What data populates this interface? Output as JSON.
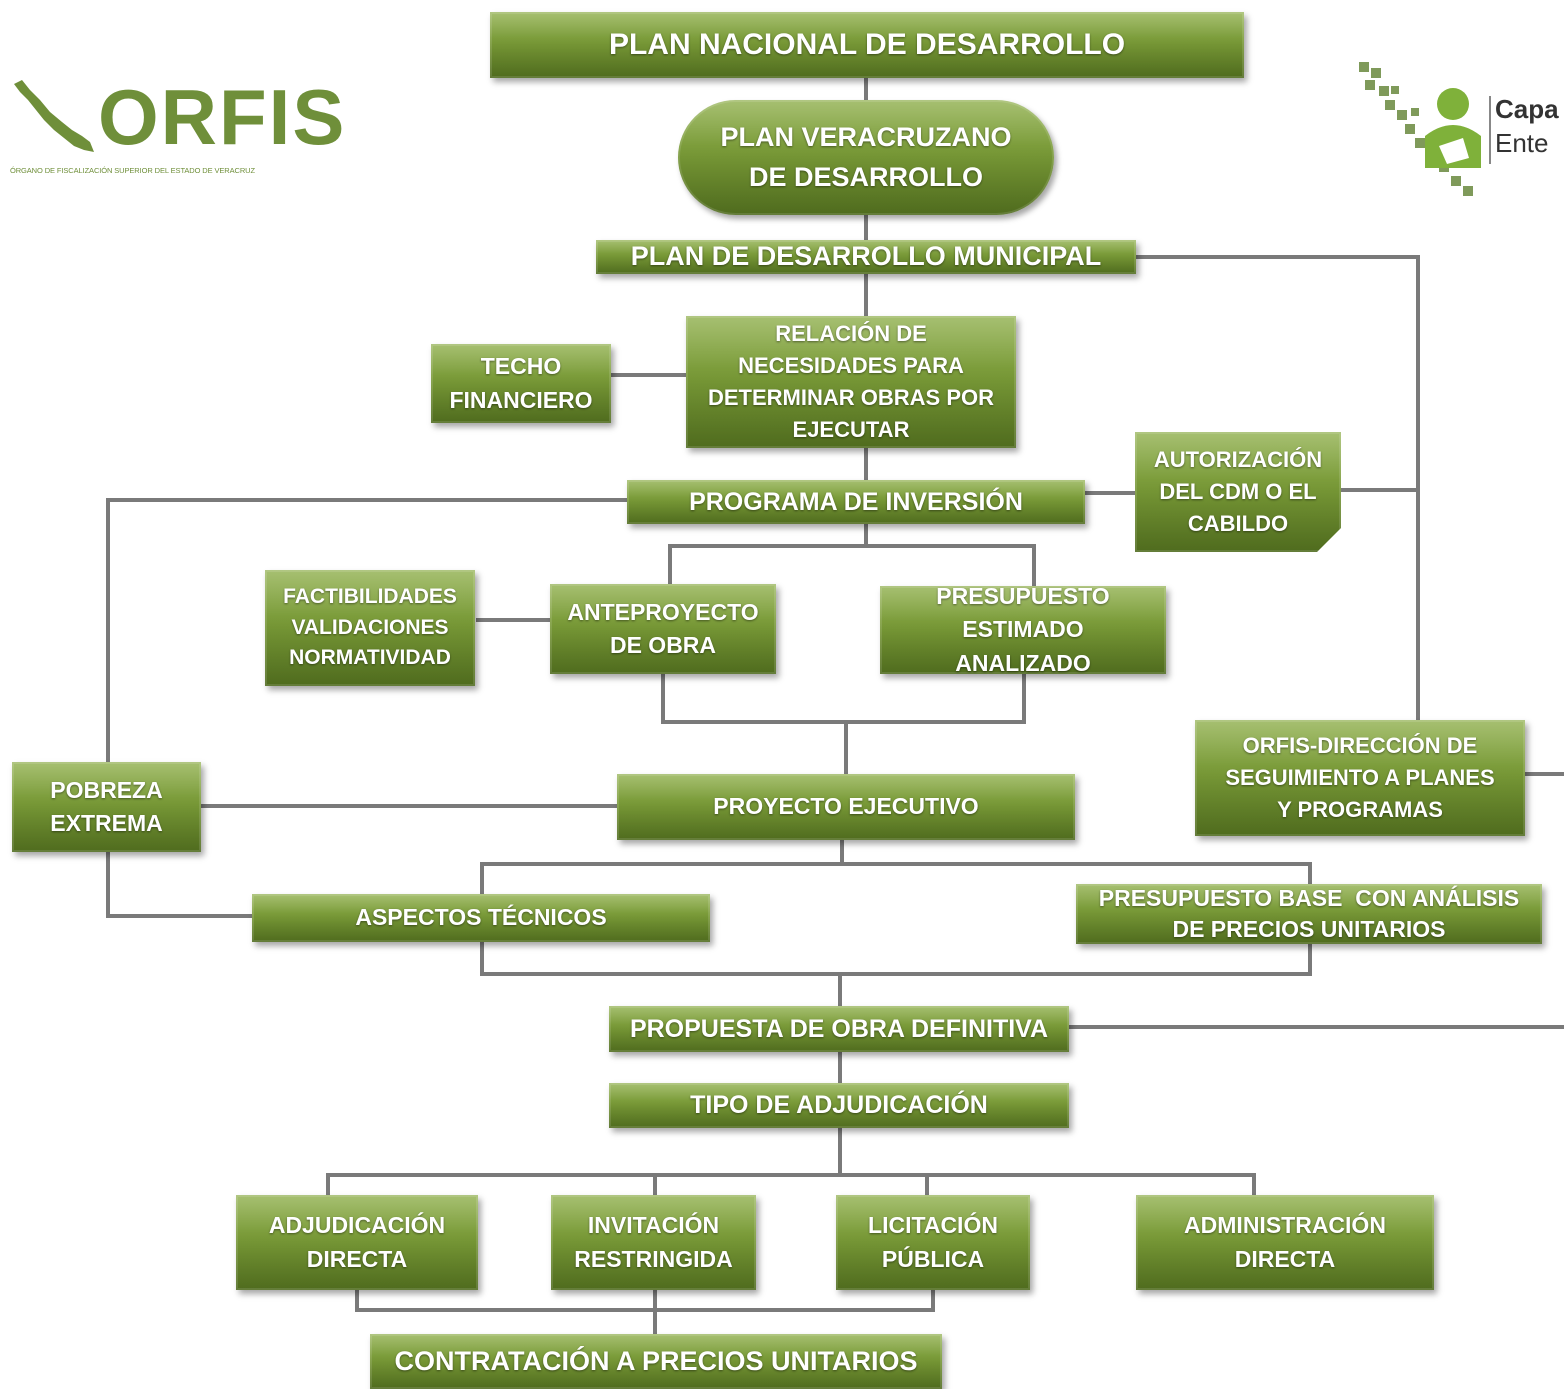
{
  "logos": {
    "orfis_word": "ORFIS",
    "orfis_sub": "ÓRGANO DE FISCALIZACIÓN SUPERIOR DEL ESTADO DE VERACRUZ",
    "right_line1": "Capa",
    "right_line2": "Ente"
  },
  "nodes": {
    "plan_nacional": "PLAN NACIONAL DE DESARROLLO",
    "plan_veracruzano": [
      "PLAN VERACRUZANO",
      "DE DESARROLLO"
    ],
    "plan_municipal": "PLAN DE DESARROLLO MUNICIPAL",
    "techo": [
      "TECHO",
      "FINANCIERO"
    ],
    "relacion": [
      "RELACIÓN DE",
      "NECESIDADES PARA",
      "DETERMINAR OBRAS POR",
      "EJECUTAR"
    ],
    "autorizacion": [
      "AUTORIZACIÓN",
      "DEL CDM O EL",
      "CABILDO"
    ],
    "programa": "PROGRAMA DE INVERSIÓN",
    "factibilidades": [
      "FACTIBILIDADES",
      "VALIDACIONES",
      "NORMATIVIDAD"
    ],
    "anteproyecto": [
      "ANTEPROYECTO",
      "DE OBRA"
    ],
    "presupuesto_estimado": [
      "PRESUPUESTO",
      "ESTIMADO",
      "ANALIZADO"
    ],
    "orfis_direccion": [
      "ORFIS-DIRECCIÓN DE",
      "SEGUIMIENTO A PLANES",
      "Y PROGRAMAS"
    ],
    "pobreza": [
      "POBREZA",
      "EXTREMA"
    ],
    "proyecto": "PROYECTO EJECUTIVO",
    "aspectos": "ASPECTOS TÉCNICOS",
    "presupuesto_base": [
      "PRESUPUESTO BASE  CON ANÁLISIS",
      "DE PRECIOS UNITARIOS"
    ],
    "propuesta": "PROPUESTA DE OBRA DEFINITIVA",
    "tipo": "TIPO DE ADJUDICACIÓN",
    "adjudicacion": [
      "ADJUDICACIÓN",
      "DIRECTA"
    ],
    "invitacion": [
      "INVITACIÓN",
      "RESTRINGIDA"
    ],
    "licitacion": [
      "LICITACIÓN",
      "PÚBLICA"
    ],
    "administracion": [
      "ADMINISTRACIÓN",
      "DIRECTA"
    ],
    "contratacion": "CONTRATACIÓN A PRECIOS UNITARIOS"
  },
  "colors": {
    "box_green": "#7d9e3c",
    "connector_gray": "#7a7a7a",
    "logo_green": "#6f8f3a"
  }
}
